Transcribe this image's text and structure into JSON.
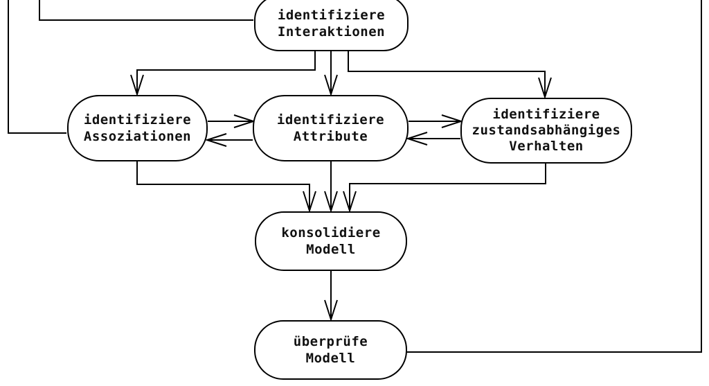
{
  "diagram": {
    "title": "OOA process diagram (German)",
    "background_color": "#ffffff",
    "line_color": "#000000",
    "nodes": {
      "interaktionen": {
        "label": "identifiziere\nInteraktionen"
      },
      "assoziationen": {
        "label": "identifiziere\nAssoziationen"
      },
      "attribute": {
        "label": "identifiziere\nAttribute"
      },
      "verhalten": {
        "label": "identifiziere\nzustandsabhängiges\nVerhalten"
      },
      "konsolidiere": {
        "label": "konsolidiere\nModell"
      },
      "ueberpruefe": {
        "label": "überprüfe\nModell"
      }
    },
    "edges": [
      {
        "from": "identifiziere Interaktionen",
        "to": "identifiziere Assoziationen",
        "arrow": true
      },
      {
        "from": "identifiziere Interaktionen",
        "to": "identifiziere Attribute",
        "arrow": true
      },
      {
        "from": "identifiziere Interaktionen",
        "to": "identifiziere zustandsabhängiges Verhalten",
        "arrow": true
      },
      {
        "from": "identifiziere Assoziationen",
        "to": "identifiziere Attribute",
        "arrow": true
      },
      {
        "from": "identifiziere Attribute",
        "to": "identifiziere Assoziationen",
        "arrow": true
      },
      {
        "from": "identifiziere Attribute",
        "to": "identifiziere zustandsabhängiges Verhalten",
        "arrow": true
      },
      {
        "from": "identifiziere zustandsabhängiges Verhalten",
        "to": "identifiziere Attribute",
        "arrow": true
      },
      {
        "from": "identifiziere Assoziationen",
        "to": "konsolidiere Modell",
        "arrow": true
      },
      {
        "from": "identifiziere Attribute",
        "to": "konsolidiere Modell",
        "arrow": true
      },
      {
        "from": "identifiziere zustandsabhängiges Verhalten",
        "to": "konsolidiere Modell",
        "arrow": true
      },
      {
        "from": "konsolidiere Modell",
        "to": "überprüfe Modell",
        "arrow": true
      },
      {
        "from": "überprüfe Modell",
        "to": "offscreen-top-right",
        "arrow": false
      },
      {
        "from": "offscreen-top-left",
        "to": "identifiziere Assoziationen",
        "arrow": false
      },
      {
        "from": "offscreen-top-left",
        "to": "identifiziere Interaktionen",
        "arrow": false
      }
    ]
  }
}
